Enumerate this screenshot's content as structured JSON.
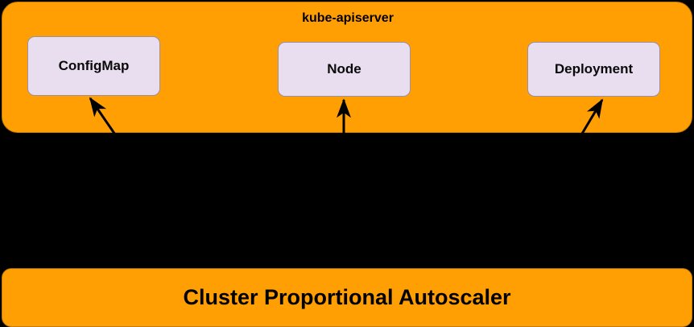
{
  "diagram": {
    "colors": {
      "panel_orange": "#FF9F03",
      "panel_border": "#C07B00",
      "resource_fill": "#E9DEEF",
      "resource_border": "#9B8FA3",
      "background": "#000000",
      "text": "#000000",
      "arrow": "#000000"
    },
    "apiserver": {
      "title": "kube-apiserver",
      "resources": [
        {
          "label": "ConfigMap"
        },
        {
          "label": "Node"
        },
        {
          "label": "Deployment"
        }
      ]
    },
    "autoscaler": {
      "label": "Cluster Proportional Autoscaler"
    },
    "connections": [
      {
        "from": "cluster-proportional-autoscaler",
        "to": "ConfigMap",
        "style": "arrow-up-left"
      },
      {
        "from": "cluster-proportional-autoscaler",
        "to": "Node",
        "style": "arrow-up"
      },
      {
        "from": "cluster-proportional-autoscaler",
        "to": "Deployment",
        "style": "arrow-up-right"
      }
    ]
  }
}
